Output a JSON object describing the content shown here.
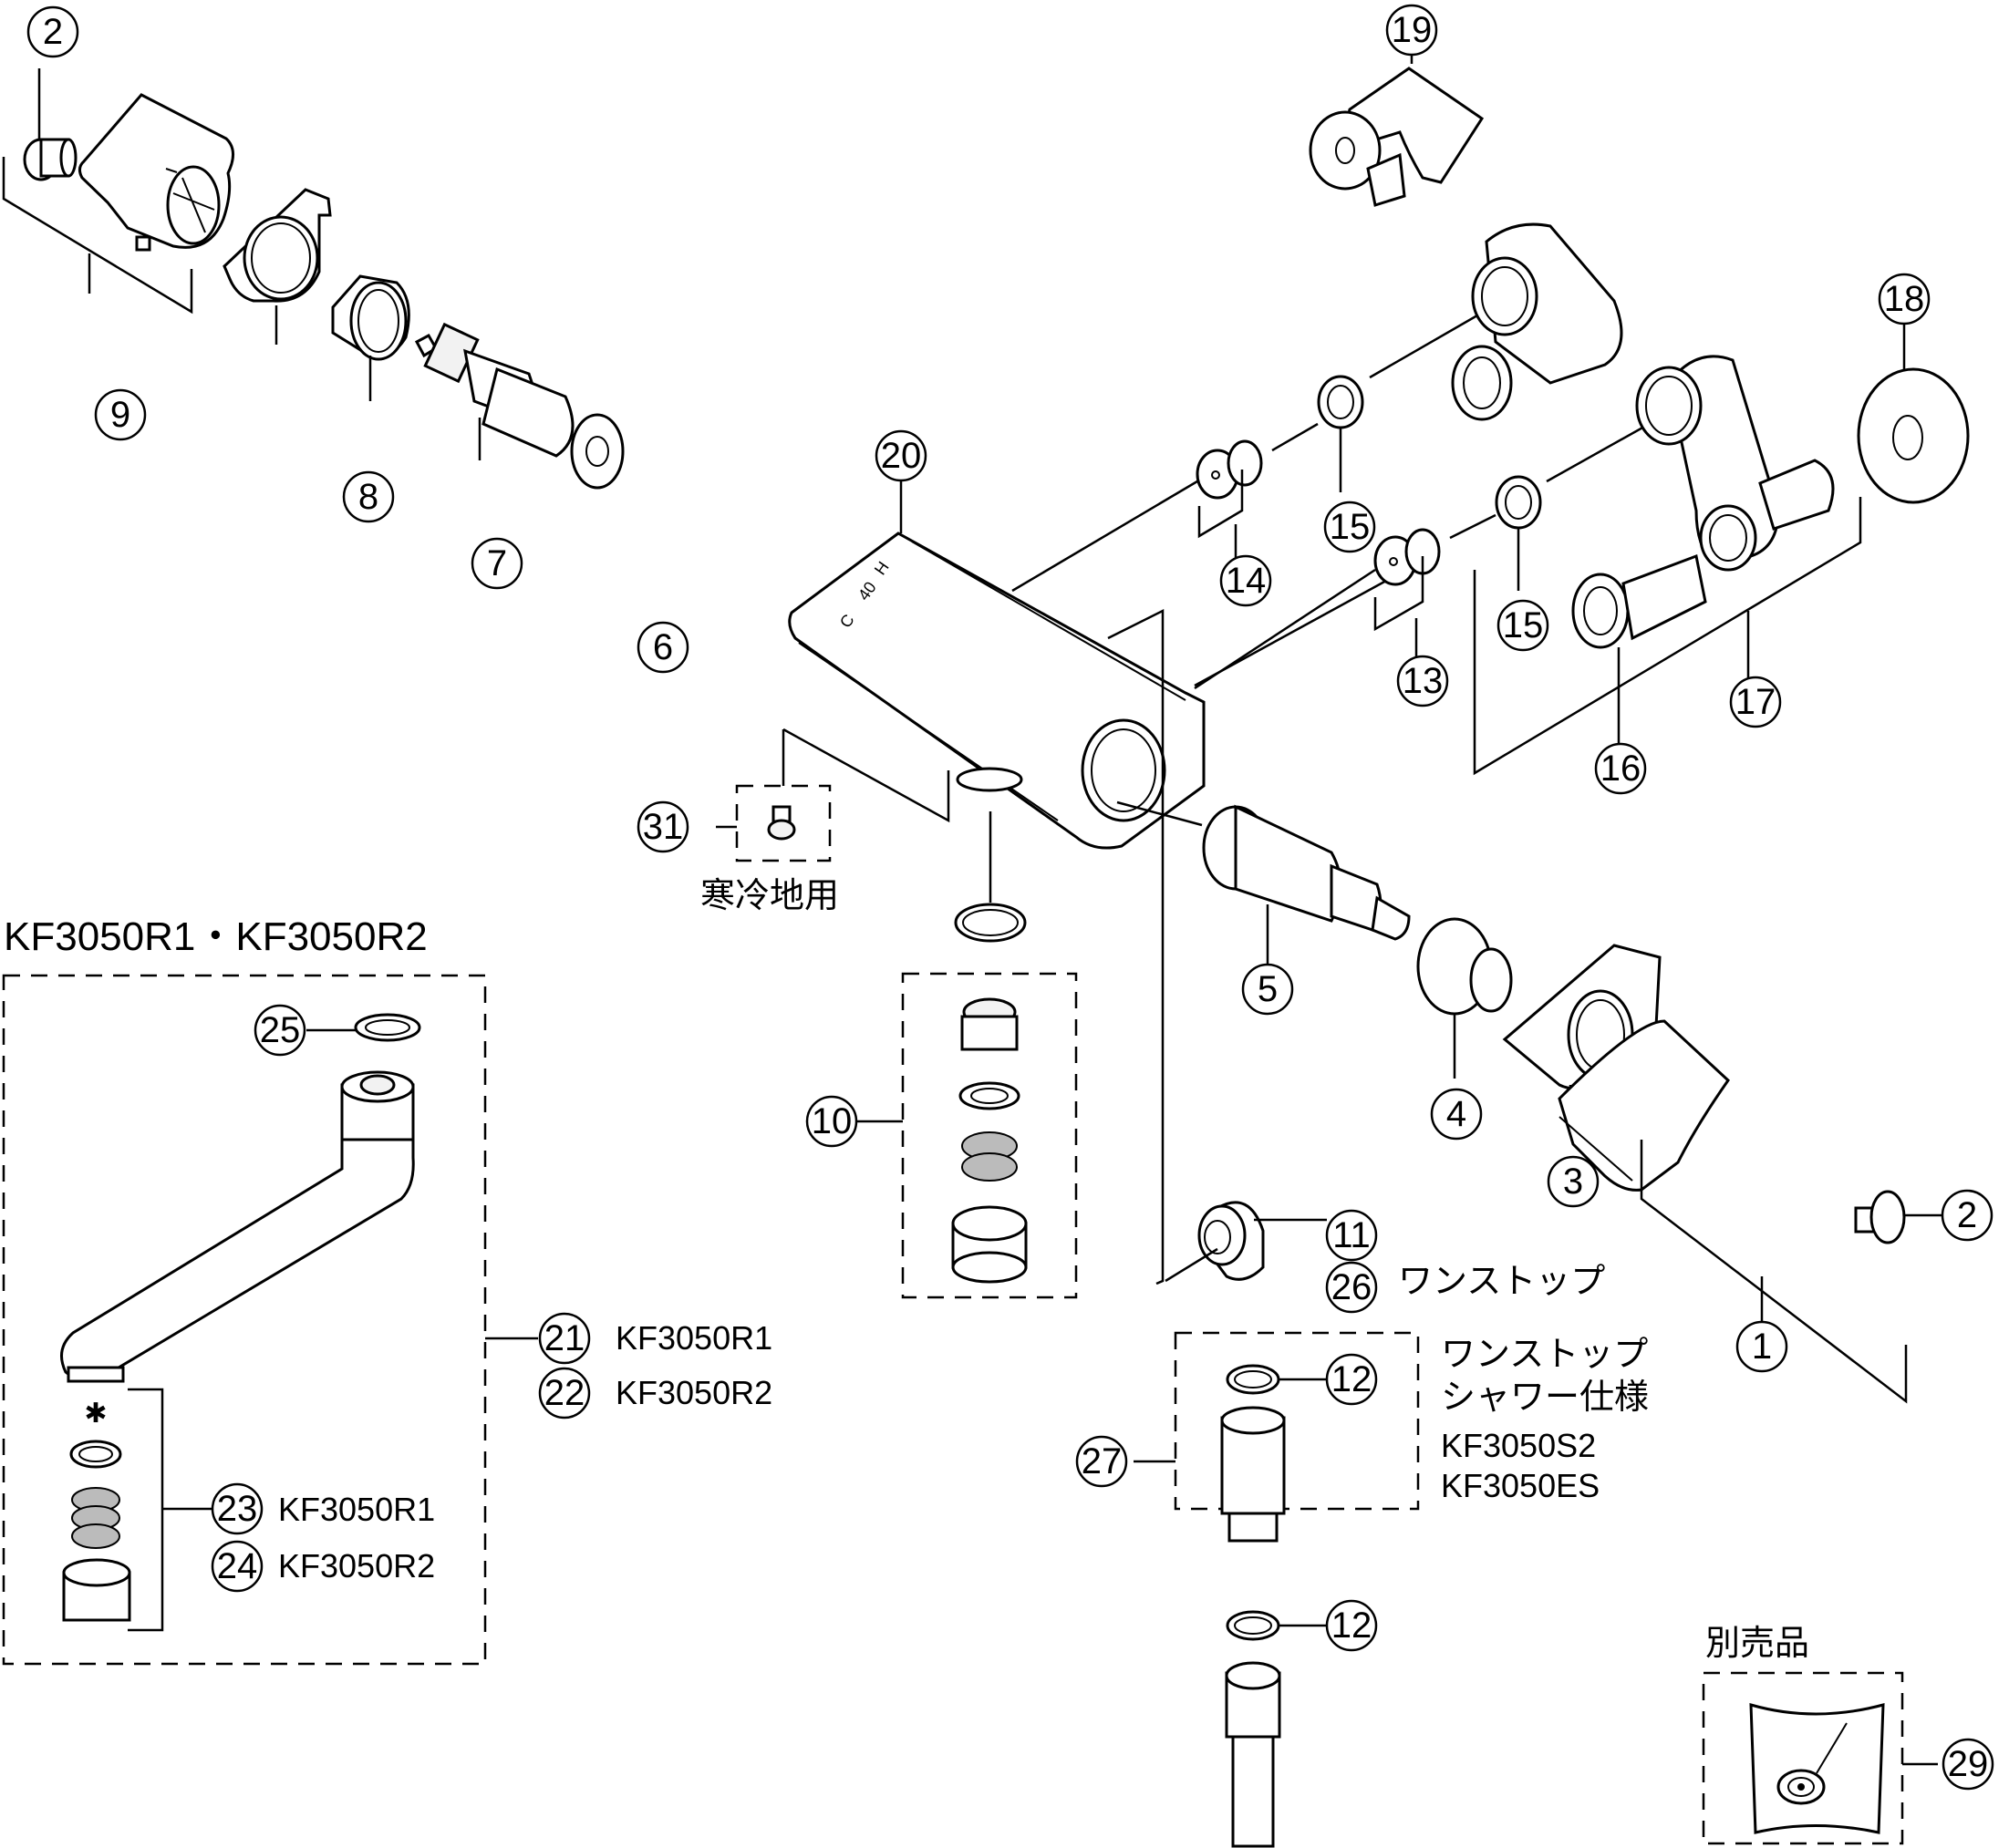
{
  "diagram": {
    "type": "exploded-parts-diagram",
    "subject": "Wall-mounted thermostatic mixing faucet",
    "callouts": [
      {
        "id": "1",
        "label": "1"
      },
      {
        "id": "2a",
        "label": "2"
      },
      {
        "id": "2b",
        "label": "2"
      },
      {
        "id": "3",
        "label": "3"
      },
      {
        "id": "4",
        "label": "4"
      },
      {
        "id": "5",
        "label": "5"
      },
      {
        "id": "6",
        "label": "6"
      },
      {
        "id": "7",
        "label": "7"
      },
      {
        "id": "8",
        "label": "8"
      },
      {
        "id": "9",
        "label": "9"
      },
      {
        "id": "10",
        "label": "10"
      },
      {
        "id": "11",
        "label": "11"
      },
      {
        "id": "12a",
        "label": "12"
      },
      {
        "id": "12b",
        "label": "12"
      },
      {
        "id": "13",
        "label": "13"
      },
      {
        "id": "14",
        "label": "14"
      },
      {
        "id": "15a",
        "label": "15"
      },
      {
        "id": "15b",
        "label": "15"
      },
      {
        "id": "16",
        "label": "16"
      },
      {
        "id": "17",
        "label": "17"
      },
      {
        "id": "18",
        "label": "18"
      },
      {
        "id": "19",
        "label": "19"
      },
      {
        "id": "20",
        "label": "20"
      },
      {
        "id": "21",
        "label": "21"
      },
      {
        "id": "22",
        "label": "22"
      },
      {
        "id": "23",
        "label": "23"
      },
      {
        "id": "24",
        "label": "24"
      },
      {
        "id": "25",
        "label": "25"
      },
      {
        "id": "26",
        "label": "26"
      },
      {
        "id": "27",
        "label": "27"
      },
      {
        "id": "29",
        "label": "29"
      },
      {
        "id": "31",
        "label": "31"
      }
    ],
    "body_markings": {
      "temp_c": "C",
      "temp_40": "40",
      "temp_h": "H"
    }
  },
  "texts": {
    "cold_region_note": "寒冷地用",
    "spout_group_title": "KF3050R1・KF3050R2",
    "model_21": "KF3050R1",
    "model_22": "KF3050R2",
    "model_23": "KF3050R1",
    "model_24": "KF3050R2",
    "one_stop_26": "ワンストップ",
    "one_stop_shower_line1": "ワンストップ",
    "one_stop_shower_line2": "シャワー仕様",
    "model_s2": "KF3050S2",
    "model_es": "KF3050ES",
    "sold_separately": "別売品"
  }
}
